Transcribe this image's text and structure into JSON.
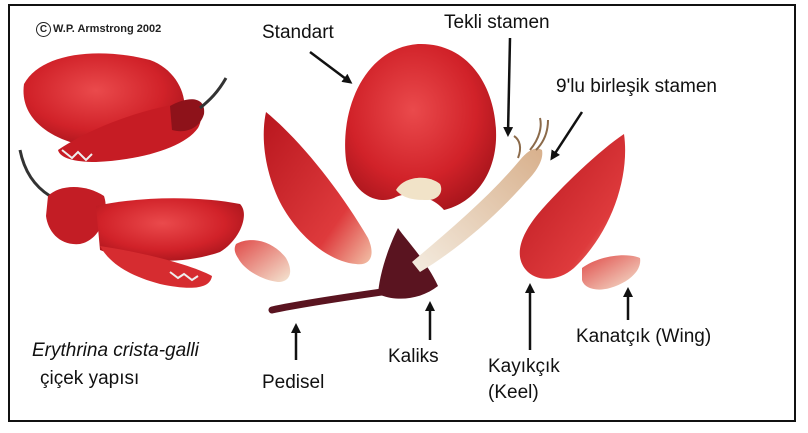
{
  "copyright": {
    "symbol": "C",
    "text": "W.P. Armstrong 2002"
  },
  "species": {
    "name": "Erythrina crista-galli",
    "caption": "çiçek yapısı"
  },
  "labels": {
    "standart": "Standart",
    "tekli_stamen": "Tekli stamen",
    "birlesik_stamen": "9'lu birleşik stamen",
    "pedisel": "Pedisel",
    "kaliks": "Kaliks",
    "kayikcik": "Kayıkçık",
    "keel": "(Keel)",
    "kanatcik": "Kanatçık (Wing)"
  },
  "colors": {
    "petal": "#d8242b",
    "petal_dark": "#a3141c",
    "calyx": "#5a1420",
    "stamen": "#e9d2b6",
    "text": "#111111"
  }
}
